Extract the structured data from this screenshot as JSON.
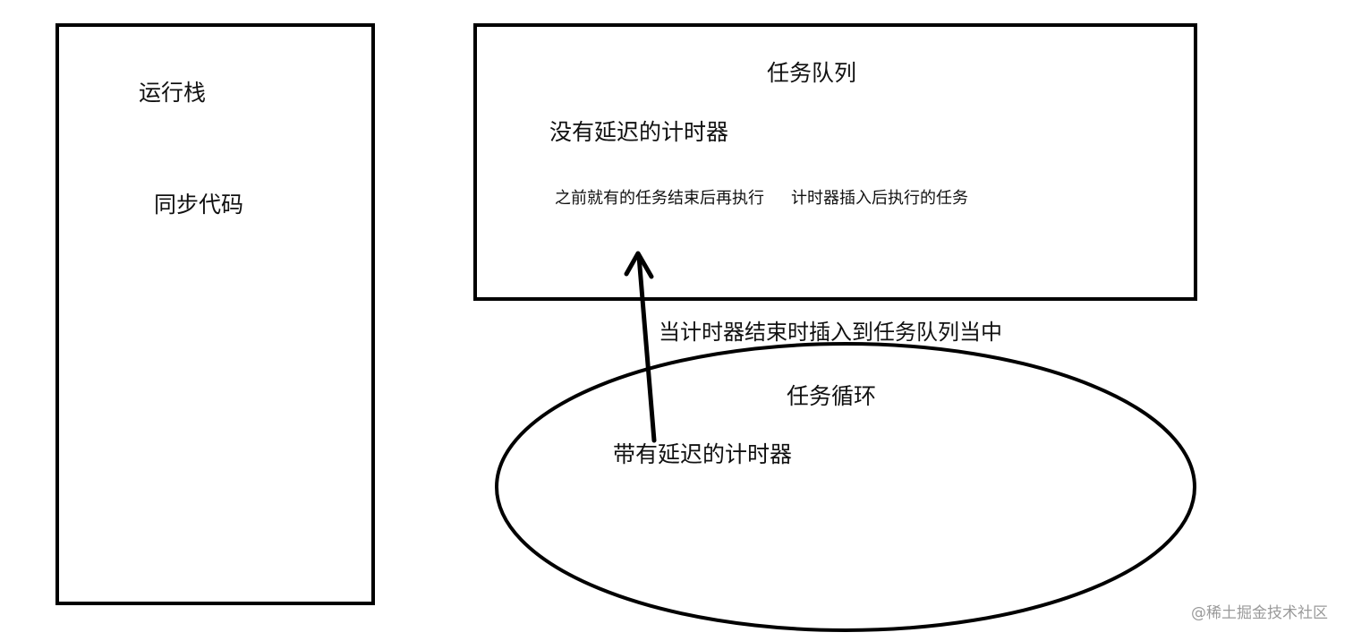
{
  "stack": {
    "title": "运行栈",
    "item": "同步代码"
  },
  "queue": {
    "title": "任务队列",
    "immediate_timer": "没有延迟的计时器",
    "order_left": "之前就有的任务结束后再执行",
    "order_right": "计时器插入后执行的任务"
  },
  "arrow": {
    "label": "当计时器结束时插入到任务队列当中"
  },
  "loop": {
    "title": "任务循环",
    "delayed_timer": "带有延迟的计时器"
  },
  "watermark": "@稀土掘金技术社区",
  "colors": {
    "stroke": "#000000",
    "background": "#ffffff",
    "watermark": "#9a9a9a"
  }
}
